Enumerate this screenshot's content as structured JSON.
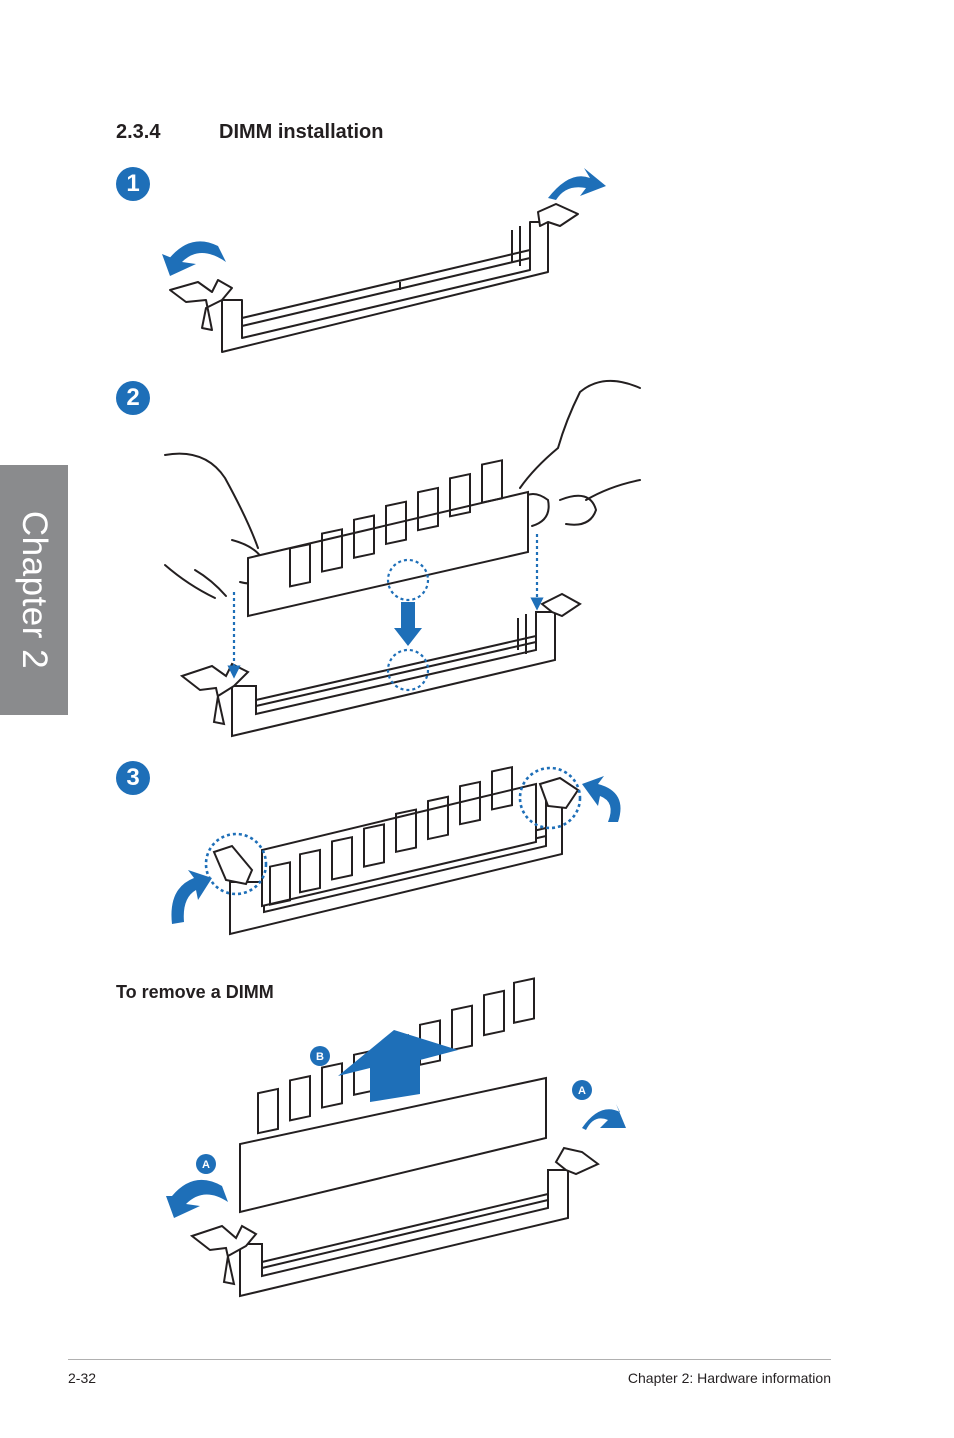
{
  "side_tab": {
    "label": "Chapter 2"
  },
  "section": {
    "number": "2.3.4",
    "title": "DIMM installation"
  },
  "steps": [
    "1",
    "2",
    "3"
  ],
  "remove": {
    "title": "To remove a DIMM",
    "label_b": "B",
    "label_a": "A"
  },
  "footer": {
    "page": "2-32",
    "chapter": "Chapter 2: Hardware information"
  },
  "colors": {
    "accent": "#1e6fb8",
    "tab": "#8a8b8d",
    "line": "#231f20"
  },
  "icons": [
    "arrow-up-icon",
    "arrow-down-icon",
    "curved-arrow-icon",
    "hand-icon"
  ]
}
